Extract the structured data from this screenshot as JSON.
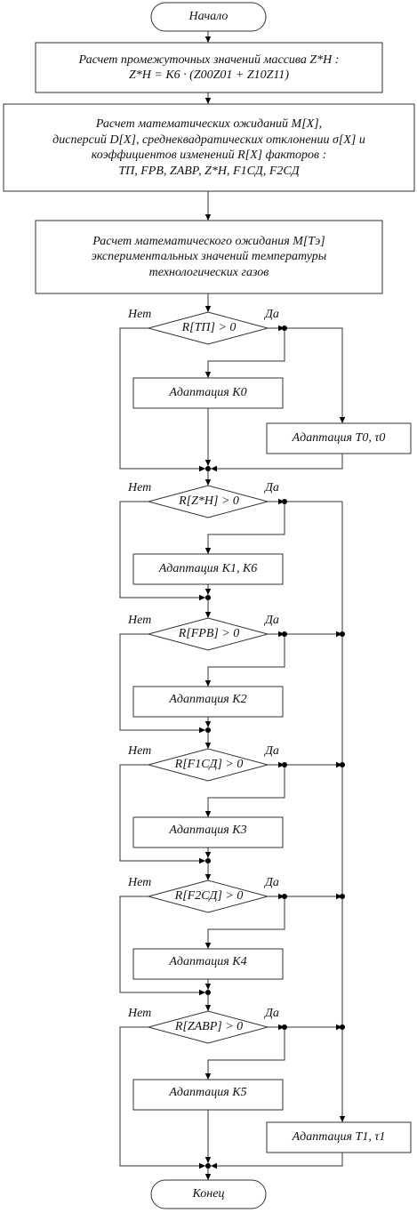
{
  "start": "Начало",
  "end": "Конец",
  "blocks": [
    "Расчет промежуточных значений массива Z*Н :\nZ*Н = K6 · (Z00Z01 + Z10Z11)",
    "Расчет математических ожиданий M[X],\nдисперсий D[X], среднеквадратических отклонении σ[X] и\nкоэффициентов изменений R[X] факторов :\nTП, FРВ, ZАВР, Z*Н, F1СД, F2СД",
    "Расчет математического ожидания M[Tэ]\nэкспериментальных значений температуры\nтехнологических газов"
  ],
  "decisions": [
    {
      "cond": "R[TП] > 0",
      "no": "Нет",
      "yes": "Да",
      "no_action": "Адаптация K0",
      "yes_action": "Адаптация T0, τ0"
    },
    {
      "cond": "R[Z*Н] > 0",
      "no": "Нет",
      "yes": "Да",
      "no_action": "Адаптация K1, K6"
    },
    {
      "cond": "R[FРВ] > 0",
      "no": "Нет",
      "yes": "Да",
      "no_action": "Адаптация K2"
    },
    {
      "cond": "R[F1СД] > 0",
      "no": "Нет",
      "yes": "Да",
      "no_action": "Адаптация K3"
    },
    {
      "cond": "R[F2СД] > 0",
      "no": "Нет",
      "yes": "Да",
      "no_action": "Адаптация K4"
    },
    {
      "cond": "R[ZАВР] > 0",
      "no": "Нет",
      "yes": "Да",
      "no_action": "Адаптация K5",
      "yes_action": "Адаптация T1, τ1"
    }
  ]
}
